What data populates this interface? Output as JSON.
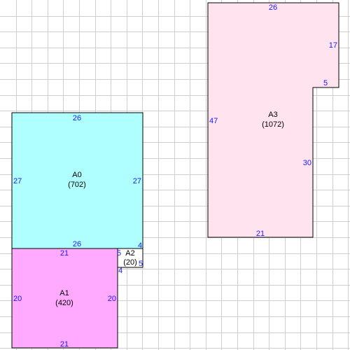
{
  "colors": {
    "grid": "#cfcfcf",
    "outline": "#000000",
    "dimension_text": "#1a1aff",
    "a0_fill": "#b0ffff",
    "a1_fill": "#ffaaff",
    "a2_fill": "#ffffff",
    "a3_fill": "#ffe3ee"
  },
  "areas": {
    "a0": {
      "name": "A0",
      "area": "(702)",
      "top": "26",
      "left": "27",
      "right": "27",
      "bottom": "26"
    },
    "a1": {
      "name": "A1",
      "area": "(420)",
      "top": "21",
      "left": "20",
      "right": "20",
      "bottom": "21"
    },
    "a2": {
      "name": "A2",
      "area": "(20)",
      "top": "4",
      "left": "5",
      "right": "5",
      "bottom": "4"
    },
    "a3": {
      "name": "A3",
      "area": "(1072)",
      "top": "26",
      "left": "47",
      "right_upper": "17",
      "notch": "5",
      "right_lower": "30",
      "bottom": "21"
    }
  }
}
